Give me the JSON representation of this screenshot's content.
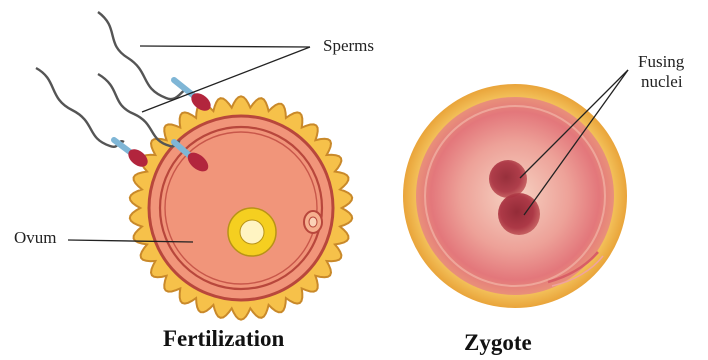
{
  "labels": {
    "sperms": "Sperms",
    "ovum": "Ovum",
    "fusing_nuclei_line1": "Fusing",
    "fusing_nuclei_line2": "nuclei"
  },
  "captions": {
    "left": "Fertilization",
    "right": "Zygote"
  },
  "colors": {
    "corona": "#f6c14a",
    "corona_outline": "#c9892a",
    "ovum_fill": "#f1957a",
    "ovum_membrane": "#b8473c",
    "nucleus_outer": "#f5cf20",
    "nucleus_inner": "#fff4c2",
    "sperm_head": "#b2253d",
    "sperm_midpiece": "#a9d4ea",
    "sperm_tail": "#555555",
    "zygote_rim": "#f3b74a",
    "zygote_body": "#e88a84",
    "zygote_center": "#f4c6b3",
    "fusing_nucleus": "#a52b3a",
    "leader_line": "#222222"
  }
}
